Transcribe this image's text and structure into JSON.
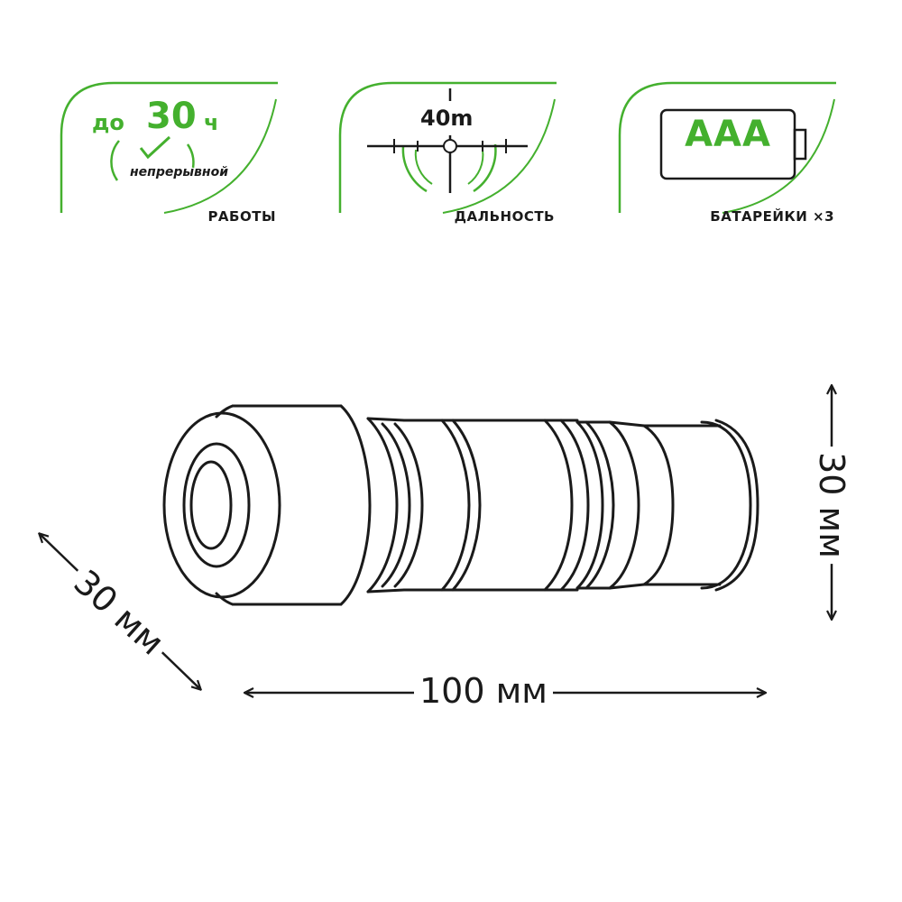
{
  "cards": {
    "runtime": {
      "prefix": "до",
      "value": "30",
      "unit": "ч",
      "note": "непрерывной",
      "caption": "РАБОТЫ"
    },
    "range": {
      "value": "40m",
      "caption": "ДАЛЬНОСТЬ"
    },
    "battery": {
      "type": "AAA",
      "caption": "БАТАРЕЙКИ ×3"
    }
  },
  "dimensions": {
    "length": "100 мм",
    "height": "30 мм",
    "depth": "30 мм"
  },
  "colors": {
    "accent": "#44b02e",
    "line": "#1a1a1a",
    "background": "#ffffff"
  },
  "icons": [
    "clock-icon",
    "crosshair-icon",
    "battery-icon",
    "flashlight-icon"
  ]
}
